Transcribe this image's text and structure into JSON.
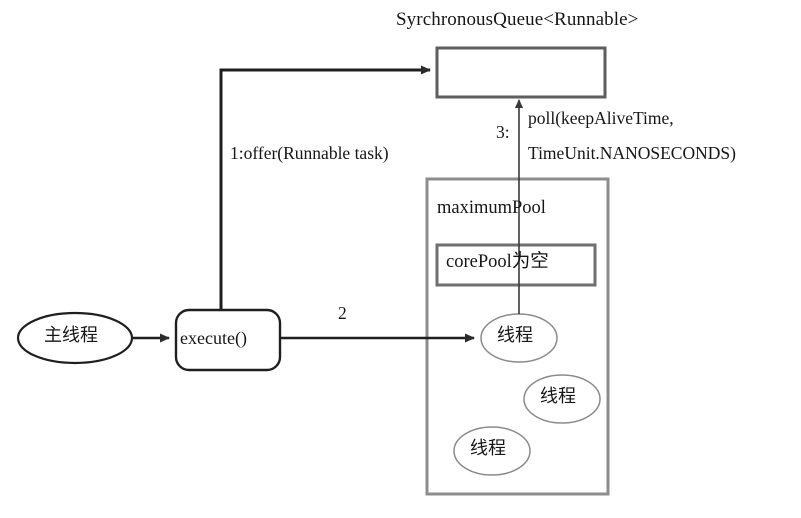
{
  "diagram": {
    "title": "SyrchronousQueue<Runnable>",
    "queue": {
      "label": "SyrchronousQueue<Runnable>"
    },
    "pool": {
      "name": "maximumPool",
      "core": "corePool为空"
    },
    "nodes": {
      "main_thread": "主线程",
      "execute": "execute()",
      "thread_1": "线程",
      "thread_2": "线程",
      "thread_3": "线程"
    },
    "edges": {
      "offer": "1:offer(Runnable task)",
      "step2": "2",
      "step3": "3:",
      "poll_line1": "poll(keepAliveTime,",
      "poll_line2": "TimeUnit.NANOSECONDS)"
    },
    "colors": {
      "stroke_dark": "#2b2b2b",
      "stroke_gray": "#7d7d7d",
      "stroke_thin": "#4a4a4a",
      "background": "#ffffff",
      "text": "#161616"
    }
  }
}
